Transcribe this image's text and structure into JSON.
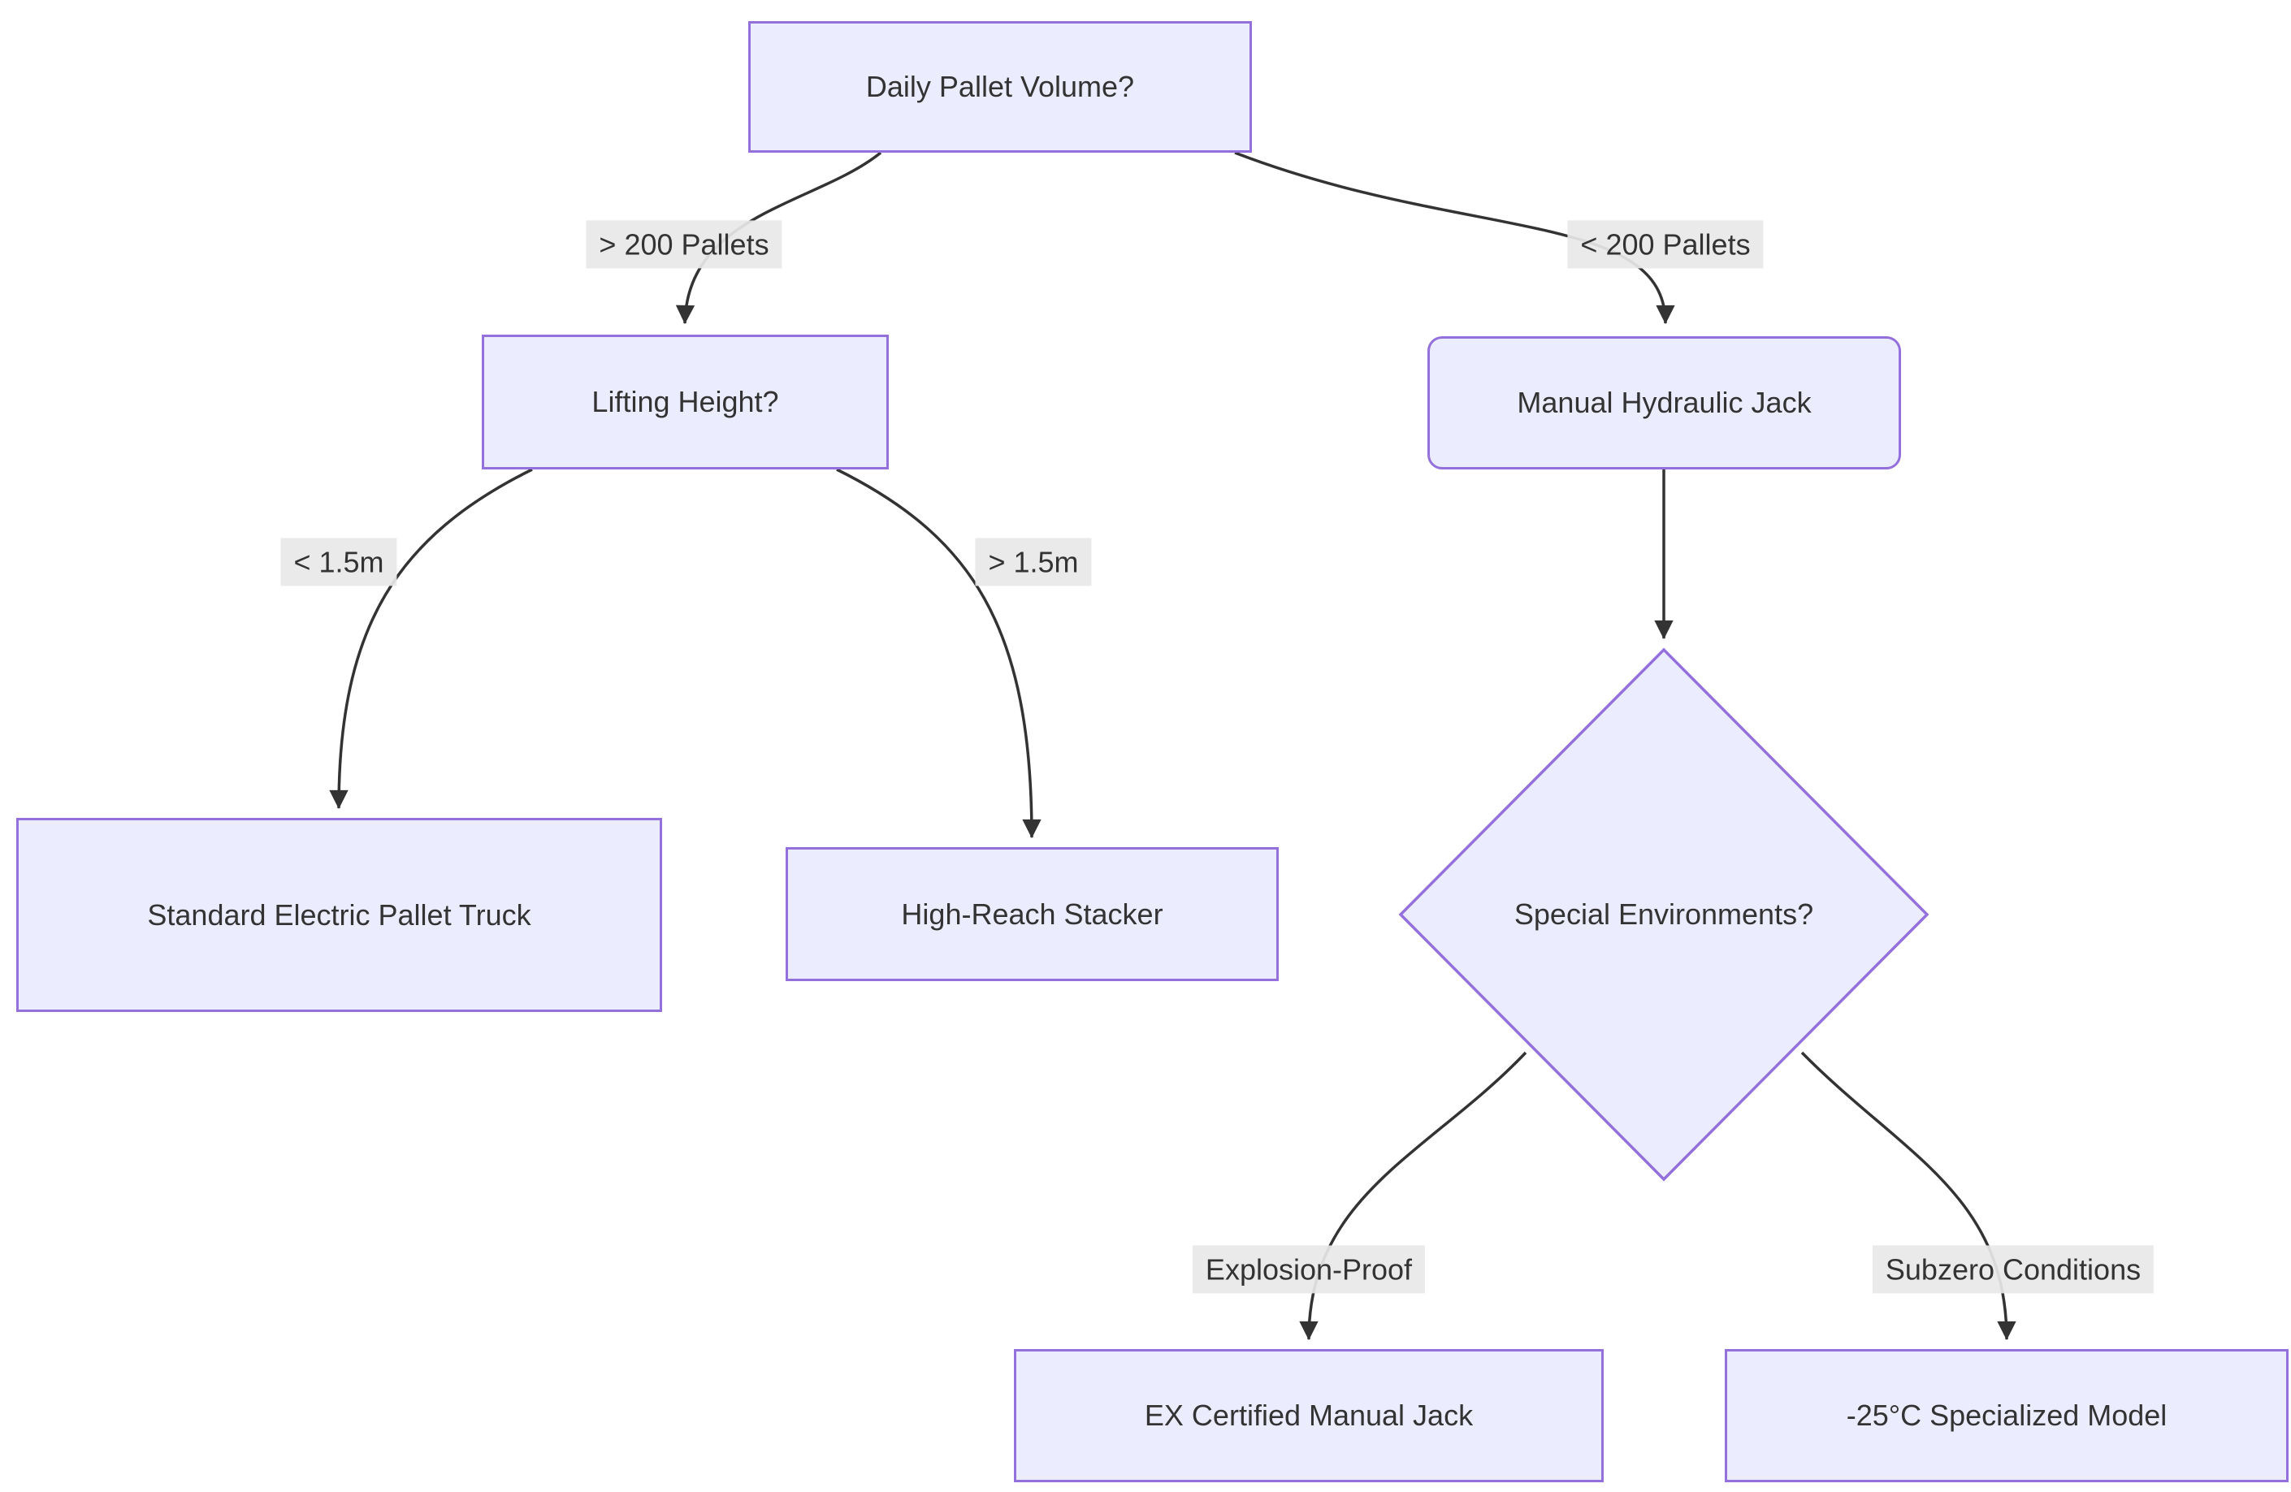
{
  "diagram": {
    "type": "flowchart",
    "direction": "top-down",
    "colors": {
      "node_fill": "#ECECFF",
      "node_border": "#9370DB",
      "edge_stroke": "#333333",
      "edge_label_bg": "#e8e8e8",
      "text": "#333333"
    },
    "nodes": [
      {
        "id": "A",
        "label": "Daily Pallet Volume?",
        "shape": "rect"
      },
      {
        "id": "B",
        "label": "Lifting Height?",
        "shape": "rect"
      },
      {
        "id": "C",
        "label": "Manual Hydraulic Jack",
        "shape": "rounded-rect"
      },
      {
        "id": "D",
        "label": "Standard Electric Pallet Truck",
        "shape": "rect"
      },
      {
        "id": "E",
        "label": "High-Reach Stacker",
        "shape": "rect"
      },
      {
        "id": "F",
        "label": "Special Environments?",
        "shape": "diamond"
      },
      {
        "id": "G",
        "label": "EX Certified Manual Jack",
        "shape": "rect"
      },
      {
        "id": "H",
        "label": "-25°C Specialized Model",
        "shape": "rect"
      }
    ],
    "edges": [
      {
        "from": "A",
        "to": "B",
        "label": "> 200 Pallets"
      },
      {
        "from": "A",
        "to": "C",
        "label": "< 200 Pallets"
      },
      {
        "from": "B",
        "to": "D",
        "label": "< 1.5m"
      },
      {
        "from": "B",
        "to": "E",
        "label": "> 1.5m"
      },
      {
        "from": "C",
        "to": "F",
        "label": ""
      },
      {
        "from": "F",
        "to": "G",
        "label": "Explosion-Proof"
      },
      {
        "from": "F",
        "to": "H",
        "label": "Subzero Conditions"
      }
    ]
  }
}
